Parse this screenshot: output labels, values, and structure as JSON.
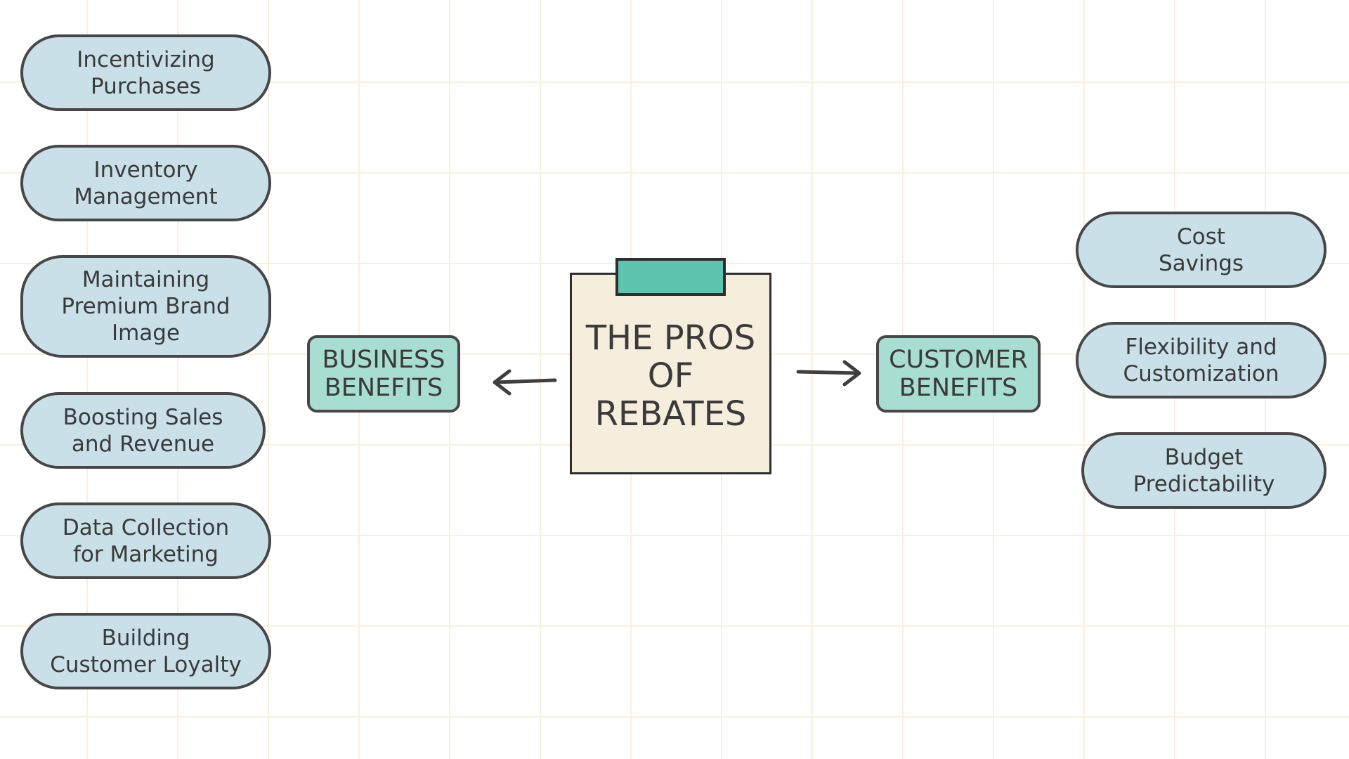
{
  "center": {
    "title": "THE PROS\nOF\nREBATES"
  },
  "categories": {
    "business": "BUSINESS\nBENEFITS",
    "customer": "CUSTOMER\nBENEFITS"
  },
  "business_items": [
    "Incentivizing\nPurchases",
    "Inventory\nManagement",
    "Maintaining\nPremium Brand\nImage",
    "Boosting Sales\nand Revenue",
    "Data Collection\nfor Marketing",
    "Building\nCustomer Loyalty"
  ],
  "customer_items": [
    "Cost\nSavings",
    "Flexibility and\nCustomization",
    "Budget\nPredictability"
  ],
  "colors": {
    "pill_fill": "#c9e0e8",
    "category_fill": "#a8ddd2",
    "note_fill": "#f6eedd",
    "clip_fill": "#5dc4b0",
    "outline": "#474747",
    "grid": "#faeedd"
  }
}
